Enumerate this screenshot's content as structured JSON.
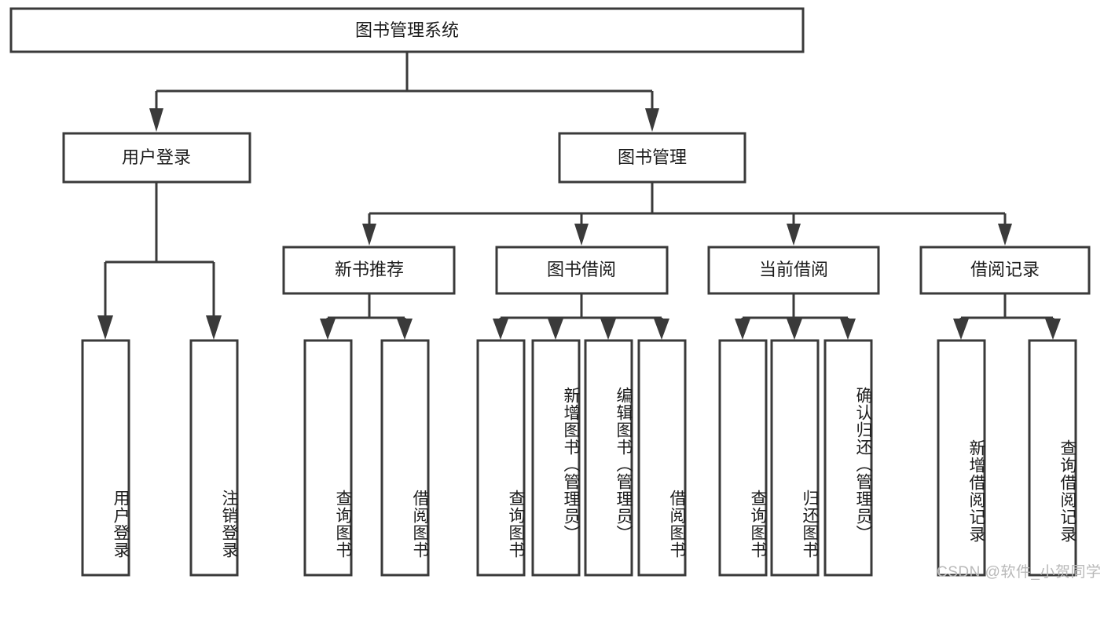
{
  "diagram": {
    "type": "tree-hierarchy",
    "title": "图书管理系统",
    "orientation": "top-down",
    "colors": {
      "box_stroke": "#3a3a3a",
      "box_fill": "#ffffff",
      "connector": "#3a3a3a",
      "text": "#1c1c1c",
      "watermark": "#b9b9b9",
      "background": "#ffffff"
    },
    "root": {
      "label": "图书管理系统"
    },
    "level2": [
      {
        "label": "用户登录"
      },
      {
        "label": "图书管理"
      }
    ],
    "level3": [
      {
        "label": "新书推荐"
      },
      {
        "label": "图书借阅"
      },
      {
        "label": "当前借阅"
      },
      {
        "label": "借阅记录"
      }
    ],
    "leaves": {
      "user_login": [
        {
          "label": "用户登录"
        },
        {
          "label": "注销登录"
        }
      ],
      "new_book_recommend": [
        {
          "label": "查询图书"
        },
        {
          "label": "借阅图书"
        }
      ],
      "book_borrow": [
        {
          "label": "查询图书"
        },
        {
          "label": "新增图书（管理员）"
        },
        {
          "label": "编辑图书（管理员）"
        },
        {
          "label": "借阅图书"
        }
      ],
      "current_borrow": [
        {
          "label": "查询图书"
        },
        {
          "label": "归还图书"
        },
        {
          "label": "确认归还（管理员）"
        }
      ],
      "borrow_record": [
        {
          "label": "新增借阅记录"
        },
        {
          "label": "查询借阅记录"
        }
      ]
    }
  },
  "watermark": {
    "text": "CSDN @软件_小贺同学"
  }
}
